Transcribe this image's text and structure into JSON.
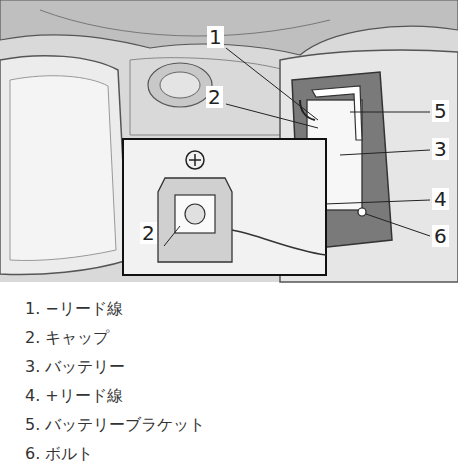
{
  "diagram": {
    "labels": [
      "1",
      "2",
      "5",
      "3",
      "4",
      "6",
      "2",
      "1. −リード線",
      "2. キャップ",
      "3. バッテリー",
      "4. +リード線",
      "5. バッテリーブラケット",
      "6. ボルト"
    ]
  }
}
